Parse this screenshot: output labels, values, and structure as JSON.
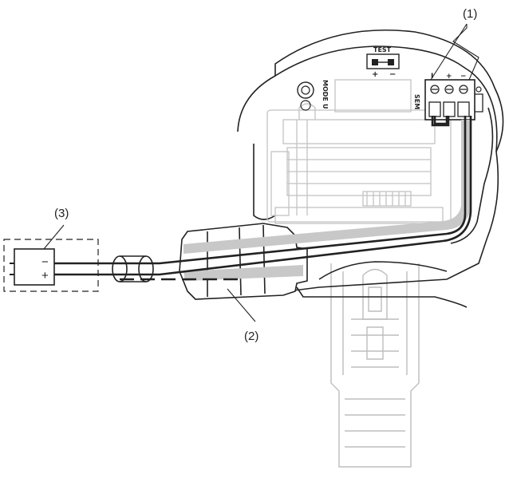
{
  "callouts": {
    "terminals": "(1)",
    "cable_gland": "(2)",
    "power_supply": "(3)"
  },
  "device": {
    "test_label": "TEST",
    "test_plus": "+",
    "test_minus": "−",
    "mode_label": "MODE",
    "u_label": "U",
    "sem_label": "SEM",
    "terminal_marks": [
      "I",
      "+",
      "−"
    ]
  },
  "power_supply": {
    "minus": "−",
    "plus": "+"
  },
  "colors": {
    "line": "#222222",
    "light_part": "#bfbfbf",
    "cable_fill": "#c8c8c8"
  }
}
